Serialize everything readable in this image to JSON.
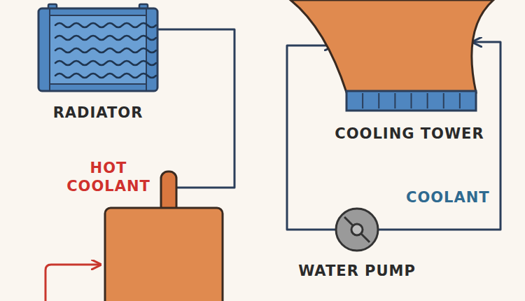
{
  "diagram": {
    "nodes": [
      {
        "text": [
          "RADIATOR"
        ]
      },
      {
        "text": [
          "HOT COOLANT"
        ]
      },
      {
        "text": [
          "COOLING TOWER"
        ]
      },
      {
        "text": [
          "WATER PUMP"
        ]
      }
    ],
    "edges": [
      {
        "from": 0,
        "to": 1,
        "arrow": "none"
      },
      {
        "from": 3,
        "to": 2,
        "arrow": "to"
      },
      {
        "from": 3,
        "to": 2,
        "arrow": "to"
      }
    ],
    "labels": [
      "COOLANT"
    ]
  }
}
